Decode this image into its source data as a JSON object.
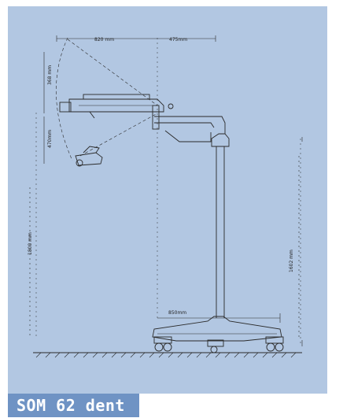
{
  "product": {
    "name": "SOM 62 dent"
  },
  "dimensions": {
    "arm_reach": "820 mm",
    "offset": "475mm",
    "head_height": "368 mm",
    "head_drop": "470mm",
    "floor_to_joint": "1800 mm",
    "floor_to_column": "1602 mm",
    "base_radius": "850mm"
  },
  "colors": {
    "panel": "#b2c7e2",
    "caption_bg": "#6f93c4",
    "caption_text": "#ffffff",
    "line": "#2a2a2a"
  }
}
